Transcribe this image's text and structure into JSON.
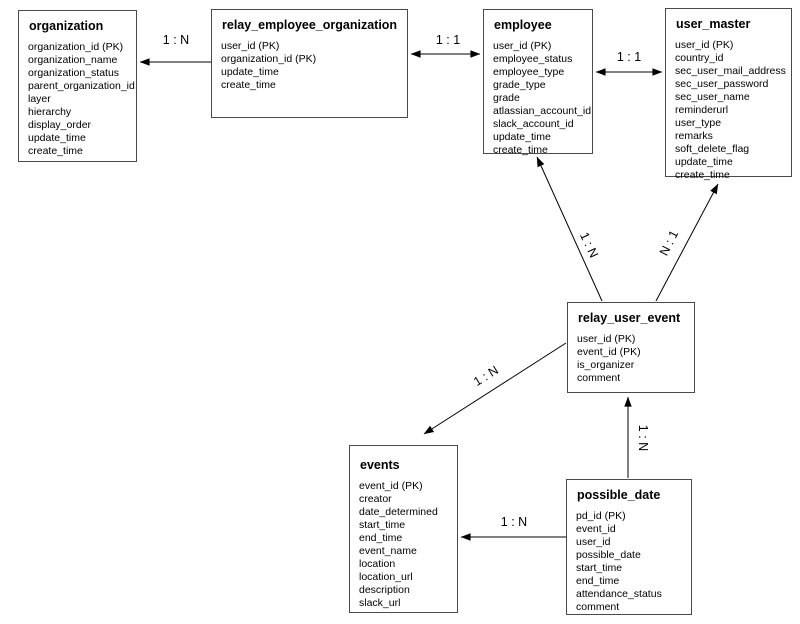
{
  "diagram": {
    "colors": {
      "background": "#ffffff",
      "entity_border": "#4a4a4a",
      "line": "#000000",
      "text": "#000000"
    },
    "entities": [
      {
        "title": "organization",
        "fields": [
          "organization_id (PK)",
          "organization_name",
          "organization_status",
          "parent_organization_id",
          "layer",
          "hierarchy",
          "display_order",
          "update_time",
          "create_time"
        ]
      },
      {
        "title": "relay_employee_organization",
        "fields": [
          "user_id (PK)",
          "organization_id (PK)",
          "update_time",
          "create_time"
        ]
      },
      {
        "title": "employee",
        "fields": [
          "user_id (PK)",
          "employee_status",
          "employee_type",
          "grade_type",
          "grade",
          "atlassian_account_id",
          "slack_account_id",
          "update_time",
          "create_time"
        ]
      },
      {
        "title": "user_master",
        "fields": [
          "user_id (PK)",
          "country_id",
          "sec_user_mail_address",
          "sec_user_password",
          "sec_user_name",
          "reminderurl",
          "user_type",
          "remarks",
          "soft_delete_flag",
          "update_time",
          "create_time"
        ]
      },
      {
        "title": "relay_user_event",
        "fields": [
          "user_id (PK)",
          "event_id (PK)",
          "is_organizer",
          "comment"
        ]
      },
      {
        "title": "events",
        "fields": [
          "event_id (PK)",
          "creator",
          "date_determined",
          "start_time",
          "end_time",
          "event_name",
          "location",
          "location_url",
          "description",
          "slack_url"
        ]
      },
      {
        "title": "possible_date",
        "fields": [
          "pd_id (PK)",
          "event_id",
          "user_id",
          "possible_date",
          "start_time",
          "end_time",
          "attendance_status",
          "comment"
        ]
      }
    ],
    "relationships": [
      {
        "from": "relay_employee_organization",
        "to": "organization",
        "label": "1 : N"
      },
      {
        "from": "relay_employee_organization",
        "to": "employee",
        "label": "1 : 1"
      },
      {
        "from": "employee",
        "to": "user_master",
        "label": "1 : 1"
      },
      {
        "from": "relay_user_event",
        "to": "employee",
        "label": "1 : N"
      },
      {
        "from": "relay_user_event",
        "to": "user_master",
        "label": "N : 1"
      },
      {
        "from": "relay_user_event",
        "to": "events",
        "label": "1 : N"
      },
      {
        "from": "possible_date",
        "to": "events",
        "label": "1 : N"
      },
      {
        "from": "possible_date",
        "to": "relay_user_event",
        "label": "1 : N"
      }
    ]
  }
}
